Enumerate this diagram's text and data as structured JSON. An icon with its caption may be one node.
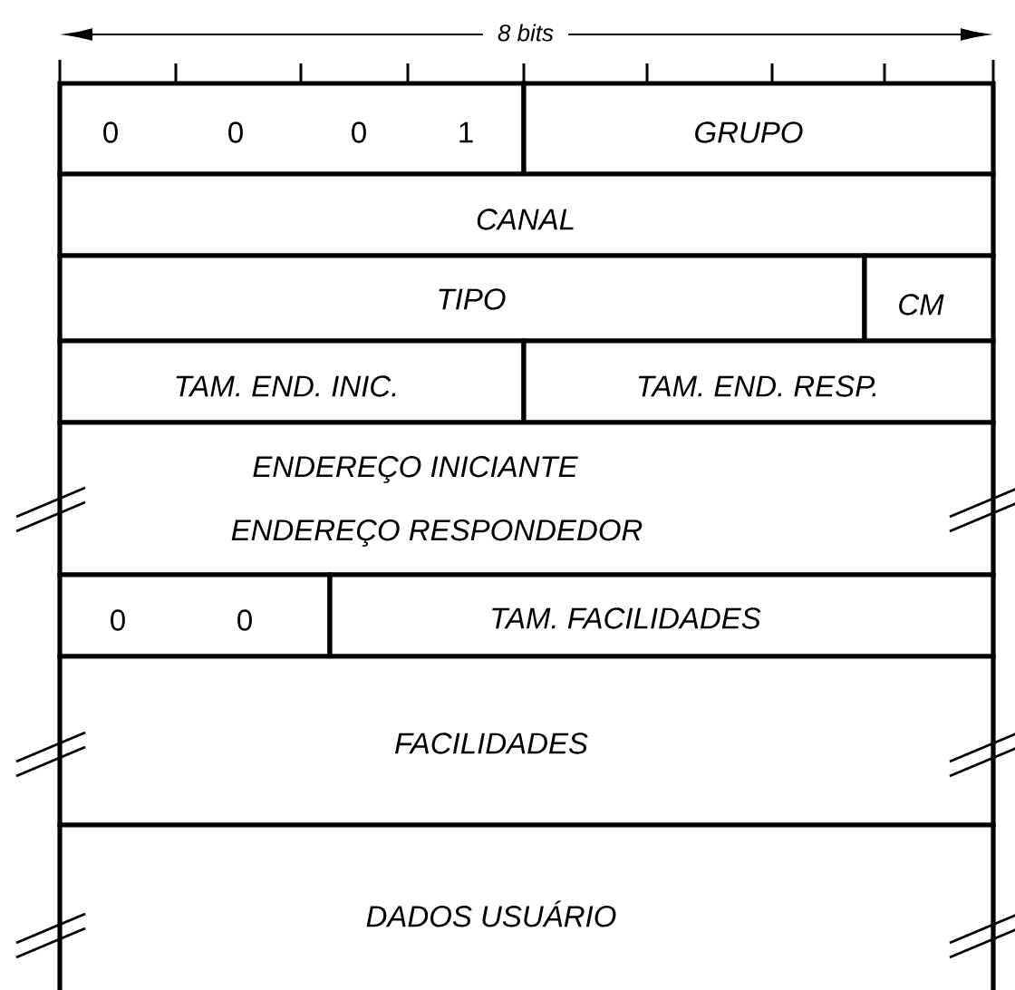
{
  "diagram": {
    "nodes": [
      {
        "text": [
          "0",
          "0",
          "0",
          "1"
        ]
      },
      {
        "text": [
          "GRUPO"
        ]
      },
      {
        "text": [
          "CANAL"
        ]
      },
      {
        "text": [
          "TIPO"
        ]
      },
      {
        "text": [
          "CM"
        ]
      },
      {
        "text": [
          "TAM. END. INIC."
        ]
      },
      {
        "text": [
          "TAM. END. RESP."
        ]
      },
      {
        "text": [
          "ENDEREÇO INICIANTE",
          "ENDEREÇO RESPONDEDOR"
        ]
      },
      {
        "text": [
          "0",
          "0"
        ]
      },
      {
        "text": [
          "TAM. FACILIDADES"
        ]
      },
      {
        "text": [
          "FACILIDADES"
        ]
      },
      {
        "text": [
          "DADOS USUÁRIO"
        ]
      }
    ],
    "labels": [
      "8 bits"
    ]
  }
}
